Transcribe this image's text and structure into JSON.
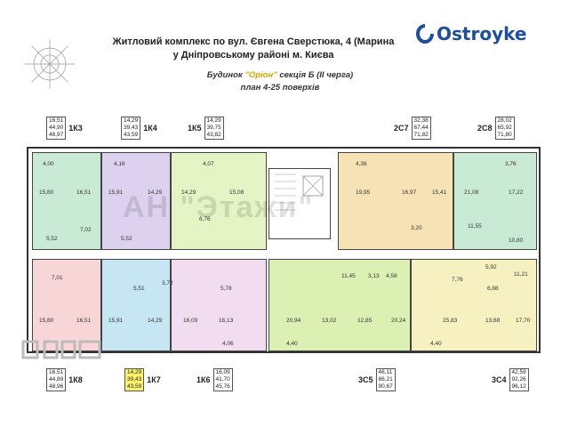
{
  "header": {
    "line1": "Житловий комплекс по вул. Євгена Сверстюка, 4 (Марина",
    "line2": "у Дніпровському районі м. Києва",
    "building_prefix": "Будинок ",
    "building_name": "\"Оріон\"",
    "building_suffix": " секція Б (ІІ черга)",
    "plan": "план 4-25 поверхів"
  },
  "logo": {
    "text": "Ostroyke"
  },
  "watermark": "АН \"Этажи\"",
  "top_units": [
    {
      "code": "1К3",
      "nums": [
        "16,51",
        "44,90",
        "48,97"
      ]
    },
    {
      "code": "1К4",
      "nums": [
        "14,29",
        "39,43",
        "43,59"
      ]
    },
    {
      "code": "1К5",
      "nums": [
        "14,29",
        "39,75",
        "43,82"
      ]
    },
    {
      "code": "2С7",
      "nums": [
        "32,38",
        "67,44",
        "71,82"
      ]
    },
    {
      "code": "2С8",
      "nums": [
        "28,02",
        "65,92",
        "71,80"
      ]
    }
  ],
  "bottom_units": [
    {
      "code": "1К8",
      "nums": [
        "16,51",
        "44,89",
        "48,96"
      ]
    },
    {
      "code": "1К7",
      "nums": [
        "14,29",
        "39,43",
        "43,59"
      ]
    },
    {
      "code": "1К6",
      "nums": [
        "16,09",
        "41,70",
        "45,76"
      ]
    },
    {
      "code": "3С5",
      "nums": [
        "46,11",
        "86,21",
        "90,67"
      ]
    },
    {
      "code": "3С4",
      "nums": [
        "42,59",
        "92,26",
        "96,12"
      ]
    }
  ],
  "rooms": {
    "r1": "4,00",
    "r2": "15,80",
    "r3": "16,51",
    "r4": "7,02",
    "r5": "5,52",
    "r6": "4,16",
    "r7": "15,91",
    "r8": "14,29",
    "r9": "5,52",
    "r10": "4,07",
    "r11": "14,29",
    "r12": "15,08",
    "r13": "6,76",
    "r14": "4,36",
    "r15": "19,95",
    "r16": "16,97",
    "r17": "15,41",
    "r18": "3,20",
    "r19": "21,08",
    "r20": "17,22",
    "r21": "3,76",
    "r22": "11,55",
    "r23": "10,80",
    "r24": "7,01",
    "r25": "15,80",
    "r26": "16,51",
    "r27": "5,51",
    "r28": "15,91",
    "r29": "14,29",
    "r30": "3,72",
    "r31": "5,78",
    "r32": "16,09",
    "r33": "16,13",
    "r34": "4,06",
    "r35": "11,45",
    "r36": "3,13",
    "r37": "4,58",
    "r38": "20,94",
    "r39": "13,02",
    "r40": "12,85",
    "r41": "20,24",
    "r42": "4,40",
    "r43": "7,76",
    "r44": "5,92",
    "r45": "6,88",
    "r46": "11,21",
    "r47": "25,83",
    "r48": "13,68",
    "r49": "17,70",
    "r50": "4,40"
  },
  "colors": {
    "k3": "#c9ead5",
    "k4": "#dcd2ef",
    "k5": "#e4f4c4",
    "c7": "#f7e2b6",
    "c8": "#c9ead5",
    "k8": "#f8d6d8",
    "k7": "#c5e6f2",
    "k6": "#f2dcef",
    "c5": "#dbf0b2",
    "c4": "#f7f0c0",
    "core": "#ffffff",
    "logo": "#1f4ea0",
    "highlight": "#fff36b"
  }
}
